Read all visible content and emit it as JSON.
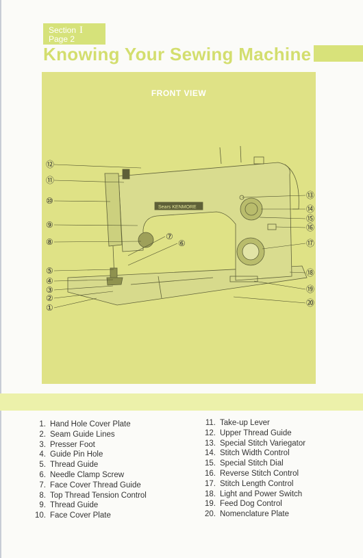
{
  "header": {
    "section_label": "Section",
    "section_number": "I",
    "page_label": "Page 2",
    "title": "Knowing Your Sewing Machine"
  },
  "figure": {
    "title": "FRONT VIEW",
    "brand_plate": "Sears KENMORE",
    "callouts": [
      {
        "n": "1",
        "glyph": "①"
      },
      {
        "n": "2",
        "glyph": "②"
      },
      {
        "n": "3",
        "glyph": "③"
      },
      {
        "n": "4",
        "glyph": "④"
      },
      {
        "n": "5",
        "glyph": "⑤"
      },
      {
        "n": "6",
        "glyph": "⑥"
      },
      {
        "n": "7",
        "glyph": "⑦"
      },
      {
        "n": "8",
        "glyph": "⑧"
      },
      {
        "n": "9",
        "glyph": "⑨"
      },
      {
        "n": "10",
        "glyph": "⑩"
      },
      {
        "n": "11",
        "glyph": "⑪"
      },
      {
        "n": "12",
        "glyph": "⑫"
      },
      {
        "n": "13",
        "glyph": "⑬"
      },
      {
        "n": "14",
        "glyph": "⑭"
      },
      {
        "n": "15",
        "glyph": "⑮"
      },
      {
        "n": "16",
        "glyph": "⑯"
      },
      {
        "n": "17",
        "glyph": "⑰"
      },
      {
        "n": "18",
        "glyph": "⑱"
      },
      {
        "n": "19",
        "glyph": "⑲"
      },
      {
        "n": "20",
        "glyph": "⑳"
      }
    ]
  },
  "parts_left": [
    {
      "num": "1.",
      "label": "Hand Hole Cover Plate"
    },
    {
      "num": "2.",
      "label": "Seam Guide Lines"
    },
    {
      "num": "3.",
      "label": "Presser Foot"
    },
    {
      "num": "4.",
      "label": "Guide Pin Hole"
    },
    {
      "num": "5.",
      "label": "Thread Guide"
    },
    {
      "num": "6.",
      "label": "Needle Clamp Screw"
    },
    {
      "num": "7.",
      "label": "Face Cover Thread Guide"
    },
    {
      "num": "8.",
      "label": "Top Thread Tension Control"
    },
    {
      "num": "9.",
      "label": "Thread Guide"
    },
    {
      "num": "10.",
      "label": "Face Cover Plate"
    }
  ],
  "parts_right": [
    {
      "num": "11.",
      "label": "Take-up Lever"
    },
    {
      "num": "12.",
      "label": "Upper Thread Guide"
    },
    {
      "num": "13.",
      "label": "Special Stitch Variegator"
    },
    {
      "num": "14.",
      "label": "Stitch Width Control"
    },
    {
      "num": "15.",
      "label": "Special Stitch Dial"
    },
    {
      "num": "16.",
      "label": "Reverse Stitch Control"
    },
    {
      "num": "17.",
      "label": "Stitch Length Control"
    },
    {
      "num": "18.",
      "label": "Light and Power Switch"
    },
    {
      "num": "19.",
      "label": "Feed Dog Control"
    },
    {
      "num": "20.",
      "label": "Nomenclature Plate"
    }
  ],
  "colors": {
    "accent": "#d6e27a",
    "figure_bg": "#dfe286",
    "band": "#ecf1aa"
  }
}
